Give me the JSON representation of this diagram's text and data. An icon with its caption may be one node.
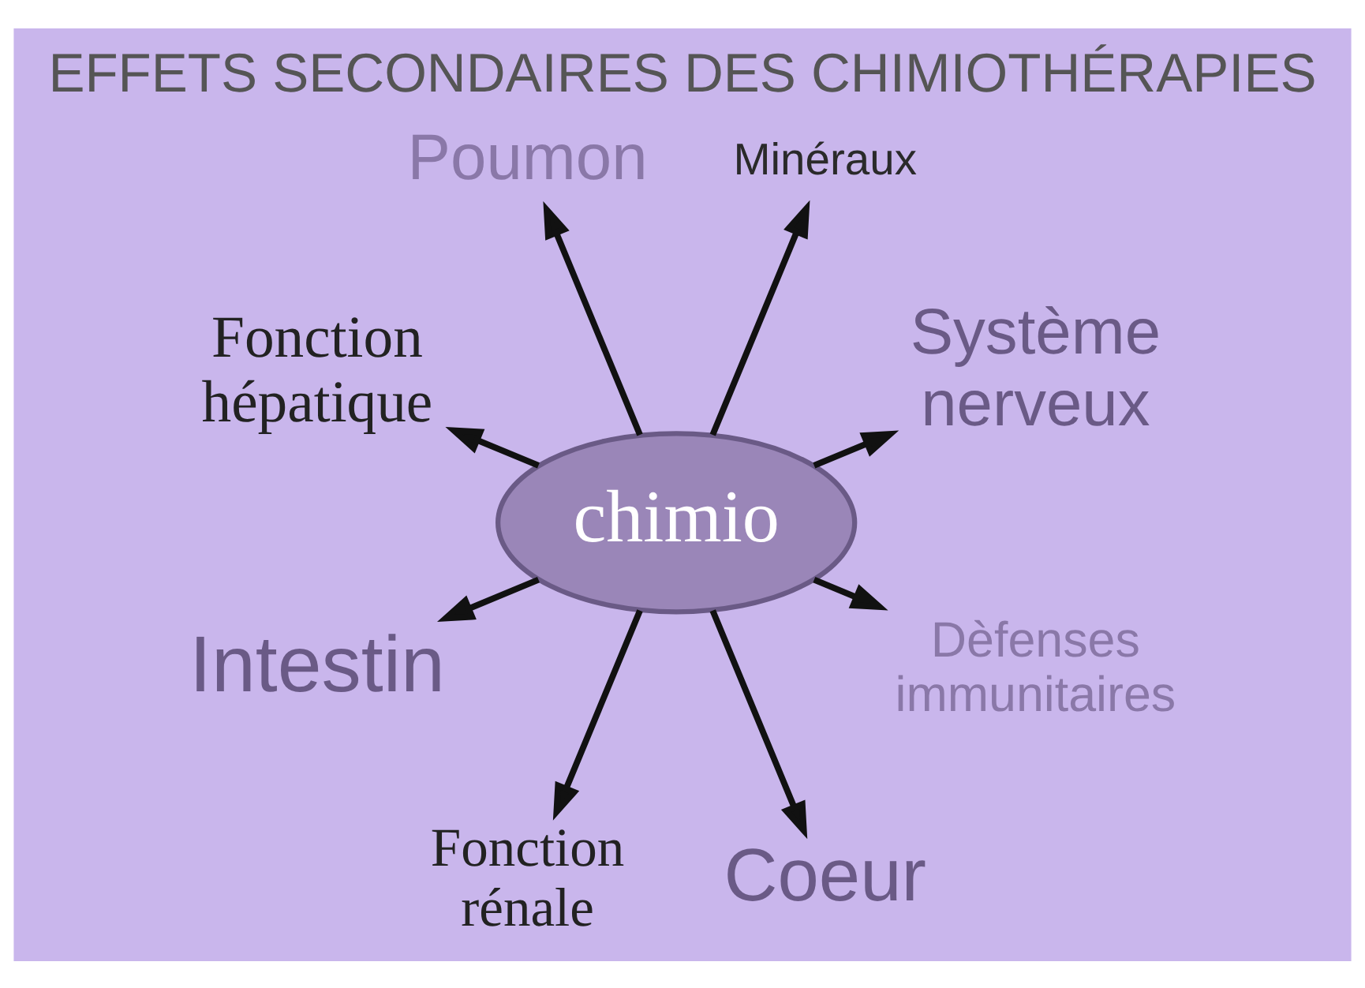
{
  "diagram": {
    "title": "EFFETS SECONDAIRES DES CHIMIOTHÉRAPIES",
    "nodes": [
      {
        "text": [
          "Système nerveux"
        ]
      },
      {
        "text": [
          "Minéraux"
        ]
      },
      {
        "text": [
          "Poumon"
        ]
      },
      {
        "text": [
          "Fonction hépatique"
        ]
      },
      {
        "text": [
          "chimio"
        ]
      },
      {
        "text": [
          "Intestin"
        ]
      },
      {
        "text": [
          "Fonction rénale"
        ]
      },
      {
        "text": [
          "Coeur"
        ]
      },
      {
        "text": [
          "Dèfenses immunitaires"
        ]
      }
    ],
    "edges": [
      {
        "from": 4,
        "to": 0,
        "arrow": "to"
      },
      {
        "from": 4,
        "to": 1,
        "arrow": "to"
      },
      {
        "from": 4,
        "to": 2,
        "arrow": "to"
      },
      {
        "from": 4,
        "to": 3,
        "arrow": "to"
      },
      {
        "from": 4,
        "to": 5,
        "arrow": "to"
      },
      {
        "from": 4,
        "to": 6,
        "arrow": "to"
      },
      {
        "from": 4,
        "to": 7,
        "arrow": "to"
      },
      {
        "from": 4,
        "to": 8,
        "arrow": "to"
      }
    ]
  }
}
